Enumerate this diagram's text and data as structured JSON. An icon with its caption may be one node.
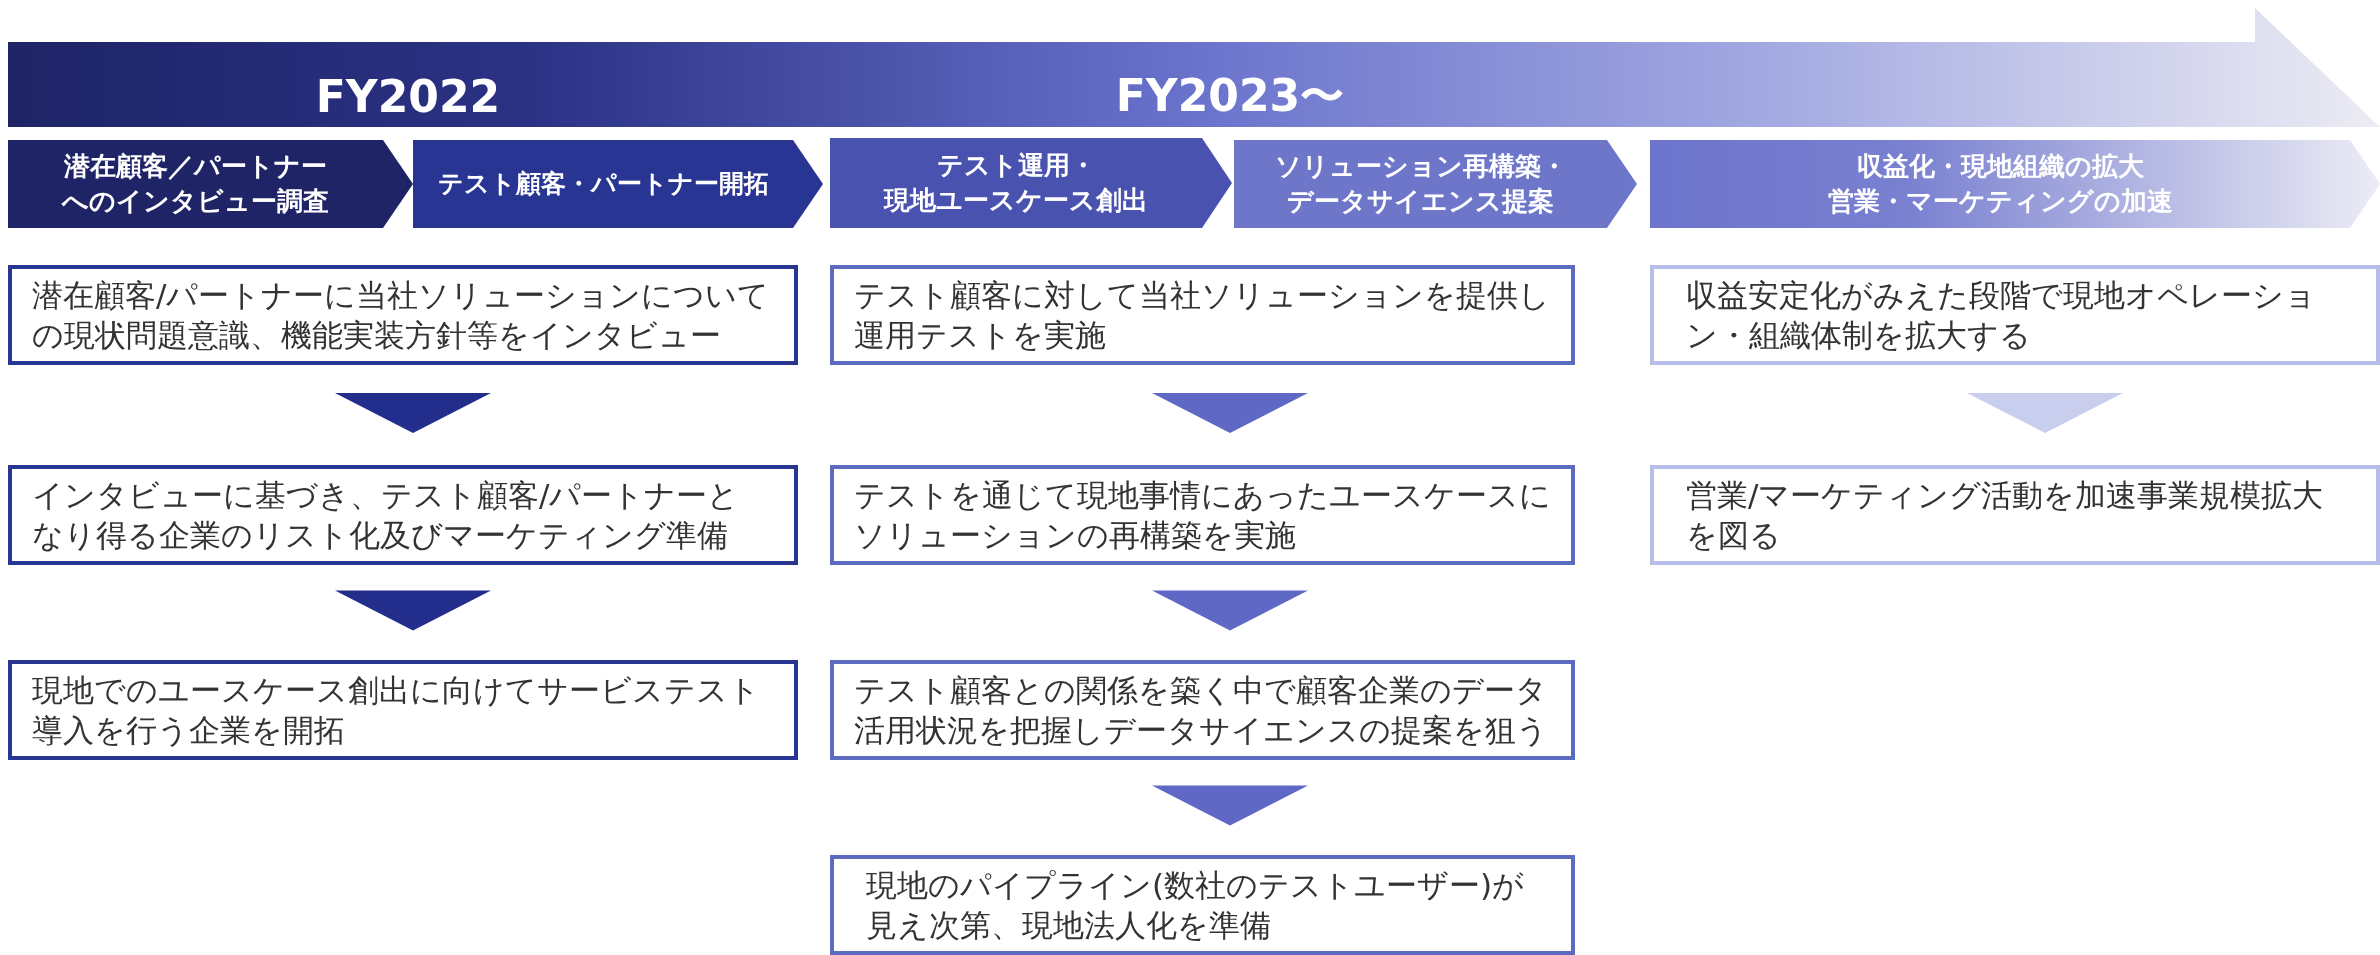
{
  "diagram": {
    "nodes": [
      {
        "text": [
          "FY2022",
          "FY2023〜"
        ]
      },
      {
        "text": [
          "潜在顧客／パートナーへのインタビュー調査"
        ]
      },
      {
        "text": [
          "テスト顧客・パートナー開拓"
        ]
      },
      {
        "text": [
          "テスト運用・現地ユースケース創出"
        ]
      },
      {
        "text": [
          "ソリューション再構築・データサイエンス提案"
        ]
      },
      {
        "text": [
          "収益化・現地組織の拡大営業・マーケティングの加速"
        ]
      },
      {
        "text": [
          "潜在顧客/パートナーに当社ソリューションについての現状問題意識、機能実装方針等をインタビュー"
        ]
      },
      {
        "text": [
          "インタビューに基づき、テスト顧客/パートナーとなり得る企業のリスト化及びマーケティング準備"
        ]
      },
      {
        "text": [
          "現地でのユースケース創出に向けてサービステスト導入を行う企業を開拓"
        ]
      },
      {
        "text": [
          "テスト顧客に対して当社ソリューションを提供し運用テストを実施"
        ]
      },
      {
        "text": [
          "テストを通じて現地事情にあったユースケースにソリューションの再構築を実施"
        ]
      },
      {
        "text": [
          "テスト顧客との関係を築く中で顧客企業のデータ活用状況を把握しデータサイエンスの提案を狙う"
        ]
      },
      {
        "text": [
          "現地のパイプライン(数社のテストユーザー)が見え次第、現地法人化を準備"
        ]
      },
      {
        "text": [
          "収益安定化がみえた段階で現地オペレーション・組織体制を拡大する"
        ]
      },
      {
        "text": [
          "営業/マーケティング活動を加速事業規模拡大を図る"
        ]
      }
    ],
    "edges": [
      {
        "from": 6,
        "to": 7,
        "arrow": "to",
        "color": "#232d8c"
      },
      {
        "from": 7,
        "to": 8,
        "arrow": "to",
        "color": "#232d8c"
      },
      {
        "from": 9,
        "to": 10,
        "arrow": "to"
      },
      {
        "from": 10,
        "to": 11,
        "arrow": "to"
      },
      {
        "from": 11,
        "to": 12,
        "arrow": "to"
      },
      {
        "from": 13,
        "to": 14,
        "arrow": "to",
        "color": "#c9cdee"
      }
    ]
  }
}
